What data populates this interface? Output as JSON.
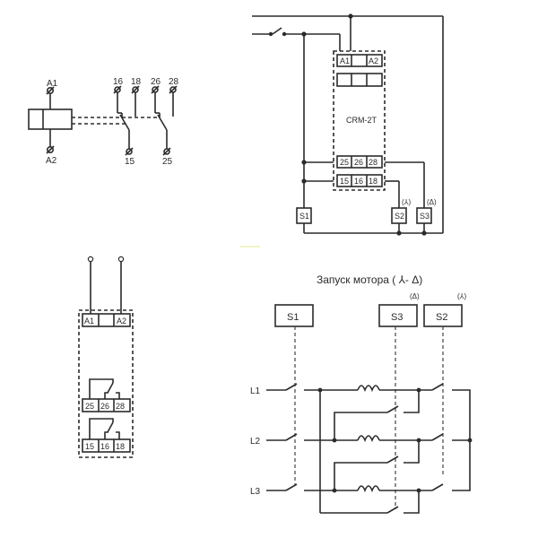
{
  "coil_symbol": {
    "terminals": {
      "top": "A1",
      "bottom": "A2"
    },
    "contacts": [
      {
        "nc": "16",
        "no": "18",
        "common": "15"
      },
      {
        "nc": "26",
        "no": "28",
        "common": "25"
      }
    ]
  },
  "wiring": {
    "device_name": "CRM-2T",
    "supply_terminals": [
      "A1",
      "",
      "A2"
    ],
    "contact_row_1": [
      "25",
      "26",
      "28"
    ],
    "contact_row_2": [
      "15",
      "16",
      "18"
    ],
    "contactors": [
      {
        "label": "S1",
        "note": ""
      },
      {
        "label": "S2",
        "note": "(⅄)"
      },
      {
        "label": "S3",
        "note": "(Δ)"
      }
    ]
  },
  "front_view": {
    "supply_terminals": [
      "A1",
      "",
      "A2"
    ],
    "contact_row_1": [
      "25",
      "26",
      "28"
    ],
    "contact_row_2": [
      "15",
      "16",
      "18"
    ]
  },
  "motor_start": {
    "title": "Запуск мотора ( ⅄- Δ)",
    "contactors": [
      {
        "label": "S1",
        "note": ""
      },
      {
        "label": "S3",
        "note": "(Δ)"
      },
      {
        "label": "S2",
        "note": "(⅄)"
      }
    ],
    "phases": [
      "L1",
      "L2",
      "L3"
    ]
  }
}
